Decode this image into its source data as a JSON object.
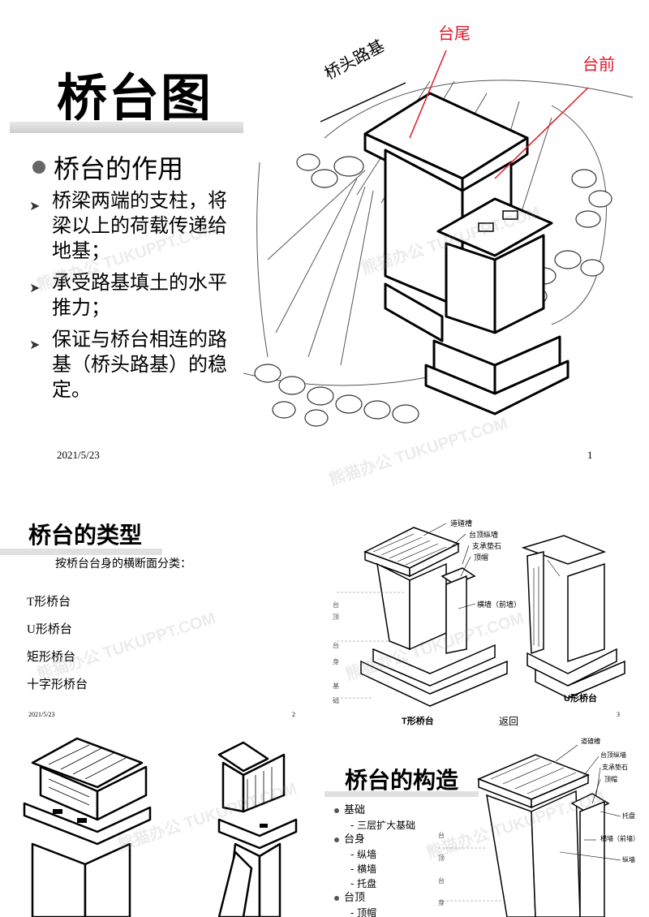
{
  "slide1": {
    "title": "桥台图",
    "main_bullet": "桥台的作用",
    "points": [
      "桥梁两端的支柱，将梁以上的荷载传递给地基；",
      "承受路基填土的水平推力；",
      "保证与桥台相连的路基（桥头路基）的稳定。"
    ],
    "labels": {
      "road": "桥头路基",
      "tail": "台尾",
      "front": "台前"
    },
    "date": "2021/5/23",
    "page": "1"
  },
  "slide2": {
    "title": "桥台的类型",
    "lead": "按桥台台身的横断面分类：",
    "types": [
      "T形桥台",
      "U形桥台",
      "矩形桥台",
      "十字形桥台"
    ],
    "date": "2021/5/23",
    "page": "2"
  },
  "slide3": {
    "annotations": [
      "道碴槽",
      "台顶纵墙",
      "支承垫石",
      "顶帽",
      "横墙（前墙）"
    ],
    "vertical_labels": [
      "台",
      "顶",
      "台",
      "身",
      "基",
      "础"
    ],
    "caption_t": "T形桥台",
    "caption_u": "U形桥台",
    "back": "返回",
    "page": "3"
  },
  "slide5": {
    "title": "桥台的构造",
    "items": [
      {
        "label": "基础",
        "subs": [
          "三层扩大基础"
        ]
      },
      {
        "label": "台身",
        "subs": [
          "纵墙",
          "横墙",
          "托盘"
        ]
      },
      {
        "label": "台顶",
        "subs": [
          "顶帽"
        ]
      }
    ],
    "annotations": [
      "道碴槽",
      "台顶纵墙",
      "支承垫石",
      "顶帽",
      "托盘",
      "横墙（前墙）",
      "纵墙"
    ],
    "vertical_labels": [
      "台",
      "顶",
      "台",
      "身"
    ]
  },
  "watermark": "熊猫办公 TUKUPPT.COM",
  "colors": {
    "accent_red": "#e0182a",
    "bullet_gray": "#666666"
  }
}
